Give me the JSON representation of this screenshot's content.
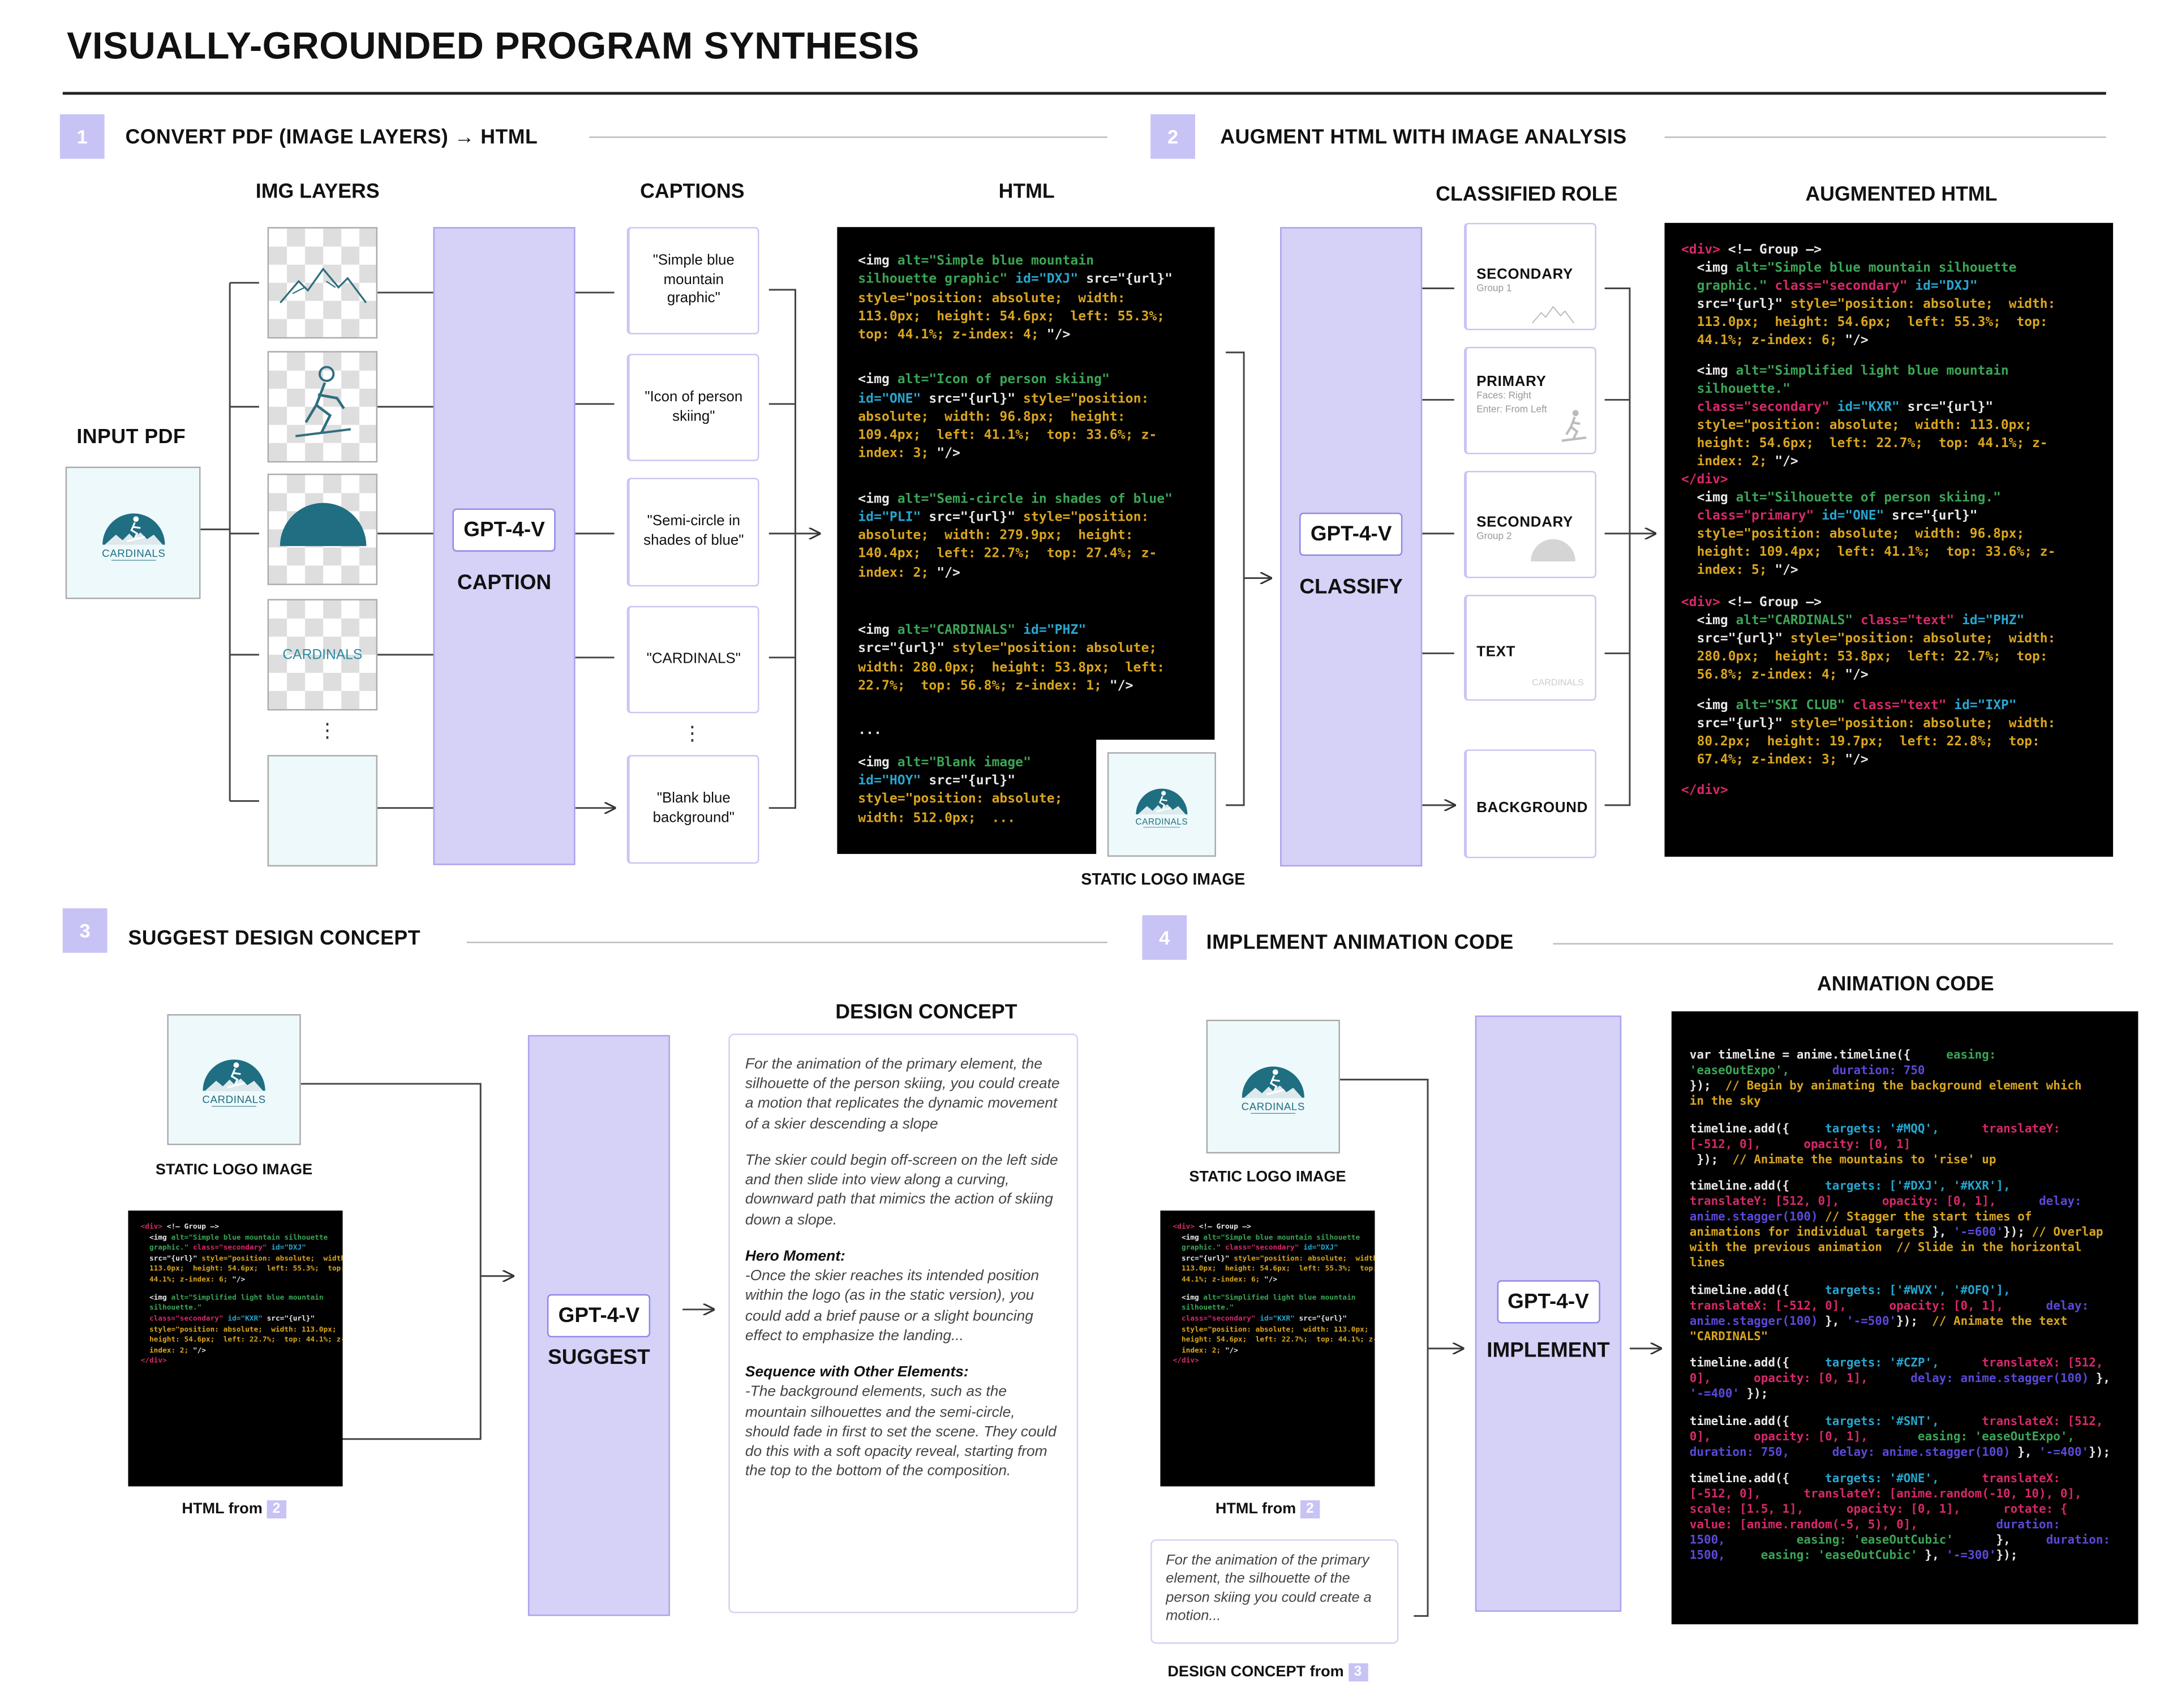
{
  "title": "VISUALLY-GROUNDED PROGRAM SYNTHESIS",
  "colors": {
    "accent": "#c7c3f5",
    "process_fill": "#d5d1f7",
    "logo_teal": "#1f6e82",
    "code_bg": "#000000"
  },
  "logo": {
    "text": "CARDINALS"
  },
  "sections": [
    {
      "number": "1",
      "label": "CONVERT PDF (IMAGE LAYERS) → HTML"
    },
    {
      "number": "2",
      "label": "AUGMENT HTML WITH IMAGE ANALYSIS"
    },
    {
      "number": "3",
      "label": "SUGGEST DESIGN CONCEPT"
    },
    {
      "number": "4",
      "label": "IMPLEMENT ANIMATION CODE"
    }
  ],
  "step1": {
    "input_label": "INPUT PDF",
    "layers_heading": "IMG LAYERS",
    "captions_heading": "CAPTIONS",
    "html_heading": "HTML",
    "layer_icons": [
      "mountain-icon",
      "skier-icon",
      "semicircle-icon",
      "cardinals-text-icon",
      "blank-icon"
    ],
    "layer_text": "CARDINALS",
    "ellipsis": "⋮",
    "model": "GPT-4-V",
    "action": "CAPTION",
    "captions": [
      "\"Simple blue mountain graphic\"",
      "\"Icon of person skiing\"",
      "\"Semi-circle in shades of blue\"",
      "\"CARDINALS\"",
      "\"Blank blue background\""
    ],
    "static_logo_label": "STATIC LOGO IMAGE",
    "html_code": [
      [
        [
          "w",
          "<img "
        ],
        [
          "g",
          "alt=\"Simple blue mountain"
        ]
      ],
      [
        [
          "g",
          "silhouette graphic\""
        ],
        [
          "c",
          " id=\"DXJ\""
        ],
        [
          "w",
          " src=\"{url}\""
        ]
      ],
      [
        [
          "y",
          "style=\"position: absolute;  width:"
        ]
      ],
      [
        [
          "y",
          "113.0px;  height: 54.6px;  left: 55.3%;"
        ]
      ],
      [
        [
          "y",
          "top: 44.1%; z-index: 4; "
        ],
        [
          "w",
          "\"/>"
        ]
      ],
      [],
      [],
      [
        [
          "w",
          "<img "
        ],
        [
          "g",
          "alt=\"Icon of person skiing\""
        ]
      ],
      [
        [
          "c",
          "id=\"ONE\""
        ],
        [
          "w",
          " src=\"{url}\""
        ],
        [
          "y",
          " style=\"position:"
        ]
      ],
      [
        [
          "y",
          "absolute;  width: 96.8px;  height:"
        ]
      ],
      [
        [
          "y",
          "109.4px;  left: 41.1%;  top: 33.6%; z-"
        ]
      ],
      [
        [
          "y",
          "index: 3; "
        ],
        [
          "w",
          "\"/>"
        ]
      ],
      [],
      [],
      [
        [
          "w",
          "<img "
        ],
        [
          "g",
          "alt=\"Semi-circle in shades of blue\""
        ]
      ],
      [
        [
          "c",
          "id=\"PLI\""
        ],
        [
          "w",
          " src=\"{url}\""
        ],
        [
          "y",
          " style=\"position:"
        ]
      ],
      [
        [
          "y",
          "absolute;  width: 279.9px;  height:"
        ]
      ],
      [
        [
          "y",
          "140.4px;  left: 22.7%;  top: 27.4%; z-"
        ]
      ],
      [
        [
          "y",
          "index: 2; "
        ],
        [
          "w",
          "\"/>"
        ]
      ],
      [],
      [],
      [],
      [
        [
          "w",
          "<img "
        ],
        [
          "g",
          "alt=\"CARDINALS\""
        ],
        [
          "c",
          " id=\"PHZ\""
        ]
      ],
      [
        [
          "w",
          "src=\"{url}\""
        ],
        [
          "y",
          " style=\"position: absolute;"
        ]
      ],
      [
        [
          "y",
          "width: 280.0px;  height: 53.8px;  left:"
        ]
      ],
      [
        [
          "y",
          "22.7%;  top: 56.8%; z-index: 1; "
        ],
        [
          "w",
          "\"/>"
        ]
      ],
      [],
      [],
      [
        [
          "w",
          "..."
        ]
      ],
      [],
      [
        [
          "w",
          "<img "
        ],
        [
          "g",
          "alt=\"Blank image\""
        ]
      ],
      [
        [
          "c",
          "id=\"HOY\""
        ],
        [
          "w",
          " src=\"{url}\""
        ]
      ],
      [
        [
          "y",
          "style=\"position: absolute;"
        ]
      ],
      [
        [
          "y",
          "width: 512.0px;  ..."
        ]
      ]
    ]
  },
  "step2": {
    "roles_heading": "CLASSIFIED ROLE",
    "augmented_heading": "AUGMENTED HTML",
    "model": "GPT-4-V",
    "action": "CLASSIFY",
    "roles": [
      {
        "title": "SECONDARY",
        "sub": [
          "Group 1"
        ],
        "icon": "mountain-icon"
      },
      {
        "title": "PRIMARY",
        "sub": [
          "Faces: Right",
          "Enter: From Left"
        ],
        "icon": "skier-icon"
      },
      {
        "title": "SECONDARY",
        "sub": [
          "Group 2"
        ],
        "icon": "semicircle-icon"
      },
      {
        "title": "TEXT",
        "sub": [],
        "icon": "cardinals-text-icon",
        "thumb_text": "CARDINALS"
      },
      {
        "title": "BACKGROUND",
        "sub": [],
        "icon": ""
      }
    ],
    "augmented_code": [
      [
        [
          "p",
          "<div>"
        ],
        [
          "w",
          " <!— Group —>"
        ]
      ],
      [
        [
          "w",
          "  <img "
        ],
        [
          "g",
          "alt=\"Simple blue mountain silhouette"
        ]
      ],
      [
        [
          "g",
          "  graphic.\""
        ],
        [
          "p",
          " class=\"secondary\""
        ],
        [
          "c",
          " id=\"DXJ\""
        ]
      ],
      [
        [
          "w",
          "  src=\"{url}\""
        ],
        [
          "y",
          " style=\"position: absolute;  width:"
        ]
      ],
      [
        [
          "y",
          "  113.0px;  height: 54.6px;  left: 55.3%;  top:"
        ]
      ],
      [
        [
          "y",
          "  44.1%; z-index: 6; "
        ],
        [
          "w",
          "\"/>"
        ]
      ],
      [],
      [
        [
          "w",
          "  <img "
        ],
        [
          "g",
          "alt=\"Simplified light blue mountain"
        ]
      ],
      [
        [
          "g",
          "  silhouette.\""
        ]
      ],
      [
        [
          "p",
          "  class=\"secondary\""
        ],
        [
          "c",
          " id=\"KXR\""
        ],
        [
          "w",
          " src=\"{url}\""
        ]
      ],
      [
        [
          "y",
          "  style=\"position: absolute;  width: 113.0px;"
        ]
      ],
      [
        [
          "y",
          "  height: 54.6px;  left: 22.7%;  top: 44.1%; z-"
        ]
      ],
      [
        [
          "y",
          "  index: 2; "
        ],
        [
          "w",
          "\"/>"
        ]
      ],
      [
        [
          "p",
          "</div>"
        ]
      ],
      [
        [
          "w",
          "  <img "
        ],
        [
          "g",
          "alt=\"Silhouette of person skiing.\""
        ]
      ],
      [
        [
          "p",
          "  class=\"primary\""
        ],
        [
          "c",
          " id=\"ONE\""
        ],
        [
          "w",
          " src=\"{url}\""
        ]
      ],
      [
        [
          "y",
          "  style=\"position: absolute;  width: 96.8px;"
        ]
      ],
      [
        [
          "y",
          "  height: 109.4px;  left: 41.1%;  top: 33.6%; z-"
        ]
      ],
      [
        [
          "y",
          "  index: 5; "
        ],
        [
          "w",
          "\"/>"
        ]
      ],
      [],
      [
        [
          "p",
          "<div>"
        ],
        [
          "w",
          " <!— Group —>"
        ]
      ],
      [
        [
          "w",
          "  <img "
        ],
        [
          "g",
          "alt=\"CARDINALS\""
        ],
        [
          "p",
          " class=\"text\""
        ],
        [
          "c",
          " id=\"PHZ\""
        ]
      ],
      [
        [
          "w",
          "  src=\"{url}\""
        ],
        [
          "y",
          " style=\"position: absolute;  width:"
        ]
      ],
      [
        [
          "y",
          "  280.0px;  height: 53.8px;  left: 22.7%;  top:"
        ]
      ],
      [
        [
          "y",
          "  56.8%; z-index: 4; "
        ],
        [
          "w",
          "\"/>"
        ]
      ],
      [],
      [
        [
          "w",
          "  <img "
        ],
        [
          "g",
          "alt=\"SKI CLUB\""
        ],
        [
          "p",
          " class=\"text\""
        ],
        [
          "c",
          " id=\"IXP\""
        ]
      ],
      [
        [
          "w",
          "  src=\"{url}\""
        ],
        [
          "y",
          " style=\"position: absolute;  width:"
        ]
      ],
      [
        [
          "y",
          "  80.2px;  height: 19.7px;  left: 22.8%;  top:"
        ]
      ],
      [
        [
          "y",
          "  67.4%; z-index: 3; "
        ],
        [
          "w",
          "\"/>"
        ]
      ],
      [],
      [
        [
          "p",
          "</div>"
        ]
      ]
    ]
  },
  "step3": {
    "static_logo_label": "STATIC LOGO IMAGE",
    "html_from_label": "HTML from",
    "html_from_ref": "2",
    "model": "GPT-4-V",
    "action": "SUGGEST",
    "concept_heading": "DESIGN CONCEPT",
    "concept": {
      "p1": "For the animation of the primary element, the silhouette of the person skiing, you could create a motion that replicates the dynamic movement of a skier descending a slope",
      "p2": "The skier could begin off-screen on the left side and then slide into view along a curving, downward path that mimics the action of skiing down a slope.",
      "h1": "Hero Moment:",
      "p3": "-Once the skier reaches its intended position within the logo (as in the static version), you could add a brief pause or a slight bouncing effect to emphasize the landing...",
      "h2": "Sequence with Other Elements:",
      "p4": "-The background elements, such as the mountain silhouettes and the semi-circle, should fade in first to set the scene. They could do this with a soft opacity reveal, starting from the top to the bottom of the composition."
    }
  },
  "step4": {
    "static_logo_label": "STATIC LOGO IMAGE",
    "html_from_label": "HTML from",
    "html_from_ref": "2",
    "concept_excerpt": "For the animation of the primary element, the silhouette of the person skiing you could create a motion...",
    "concept_from_label": "DESIGN CONCEPT from",
    "concept_from_ref": "3",
    "model": "GPT-4-V",
    "action": "IMPLEMENT",
    "code_heading": "ANIMATION CODE",
    "animation_code": [
      [
        [
          "w",
          "var timeline = anime.timeline({     "
        ],
        [
          "g",
          "easing:"
        ]
      ],
      [
        [
          "g",
          "'easeOutExpo',"
        ],
        [
          "v",
          "      duration: 750"
        ]
      ],
      [
        [
          "w",
          "});  "
        ],
        [
          "y",
          "// Begin by animating the background element which"
        ]
      ],
      [
        [
          "y",
          "in the sky"
        ]
      ],
      [],
      [
        [
          "w",
          "timeline.add({     "
        ],
        [
          "c",
          "targets: '#MQQ',"
        ],
        [
          "p",
          "      translateY:"
        ]
      ],
      [
        [
          "p",
          "[-512, 0],      opacity: [0, 1]"
        ]
      ],
      [
        [
          "w",
          " });  "
        ],
        [
          "y",
          "// Animate the mountains to 'rise' up"
        ]
      ],
      [],
      [
        [
          "w",
          "timeline.add({     "
        ],
        [
          "c",
          "targets: ['#DXJ', '#KXR'],"
        ]
      ],
      [
        [
          "p",
          "translateY: [512, 0],      opacity: [0, 1],"
        ],
        [
          "v",
          "      delay:"
        ]
      ],
      [
        [
          "v",
          "anime.stagger(100)"
        ],
        [
          "y",
          " // Stagger the start times of"
        ]
      ],
      [
        [
          "y",
          "animations for individual targets"
        ],
        [
          "w",
          " },"
        ],
        [
          "v",
          " '-=600'"
        ],
        [
          "w",
          "});"
        ],
        [
          "y",
          " // Overlap"
        ]
      ],
      [
        [
          "y",
          "with the previous animation  // Slide in the horizontal"
        ]
      ],
      [
        [
          "y",
          "lines"
        ]
      ],
      [],
      [
        [
          "w",
          "timeline.add({     "
        ],
        [
          "c",
          "targets: ['#WVX', '#OFQ'],"
        ]
      ],
      [
        [
          "p",
          "translateX: [-512, 0],      opacity: [0, 1],"
        ],
        [
          "v",
          "      delay:"
        ]
      ],
      [
        [
          "v",
          "anime.stagger(100)"
        ],
        [
          "w",
          " },"
        ],
        [
          "v",
          " '-=500'"
        ],
        [
          "w",
          "});  "
        ],
        [
          "y",
          "// Animate the text"
        ]
      ],
      [
        [
          "y",
          "\"CARDINALS\""
        ]
      ],
      [],
      [
        [
          "w",
          "timeline.add({     "
        ],
        [
          "c",
          "targets: '#CZP',"
        ],
        [
          "p",
          "      translateX: [512,"
        ]
      ],
      [
        [
          "p",
          "0],      opacity: [0, 1],"
        ],
        [
          "v",
          "      delay: anime.stagger(100)"
        ],
        [
          "w",
          " },"
        ]
      ],
      [
        [
          "v",
          "'-=400'"
        ],
        [
          "w",
          " });"
        ]
      ],
      [],
      [
        [
          "w",
          "timeline.add({     "
        ],
        [
          "c",
          "targets: '#SNT',"
        ],
        [
          "p",
          "      translateX: [512,"
        ]
      ],
      [
        [
          "p",
          "0],      opacity: [0, 1],"
        ],
        [
          "g",
          "       easing: 'easeOutExpo',"
        ]
      ],
      [
        [
          "v",
          "duration: 750,      delay: anime.stagger(100)"
        ],
        [
          "w",
          " },"
        ],
        [
          "v",
          " '-=400'"
        ],
        [
          "w",
          "});"
        ]
      ],
      [],
      [
        [
          "w",
          "timeline.add({     "
        ],
        [
          "c",
          "targets: '#ONE',"
        ],
        [
          "p",
          "      translateX:"
        ]
      ],
      [
        [
          "p",
          "[-512, 0],      translateY: [anime.random(-10, 10), 0],"
        ]
      ],
      [
        [
          "p",
          "scale: [1.5, 1],      opacity: [0, 1],      rotate: {"
        ]
      ],
      [
        [
          "p",
          "value: [anime.random(-5, 5), 0],"
        ],
        [
          "v",
          "           duration:"
        ]
      ],
      [
        [
          "v",
          "1500,"
        ],
        [
          "g",
          "          easing: 'easeOutCubic'"
        ],
        [
          "w",
          "      },"
        ],
        [
          "v",
          "     duration:"
        ]
      ],
      [
        [
          "v",
          "1500,"
        ],
        [
          "g",
          "     easing: 'easeOutCubic'"
        ],
        [
          "w",
          " },"
        ],
        [
          "v",
          " '-=300'"
        ],
        [
          "w",
          "});"
        ]
      ]
    ]
  }
}
